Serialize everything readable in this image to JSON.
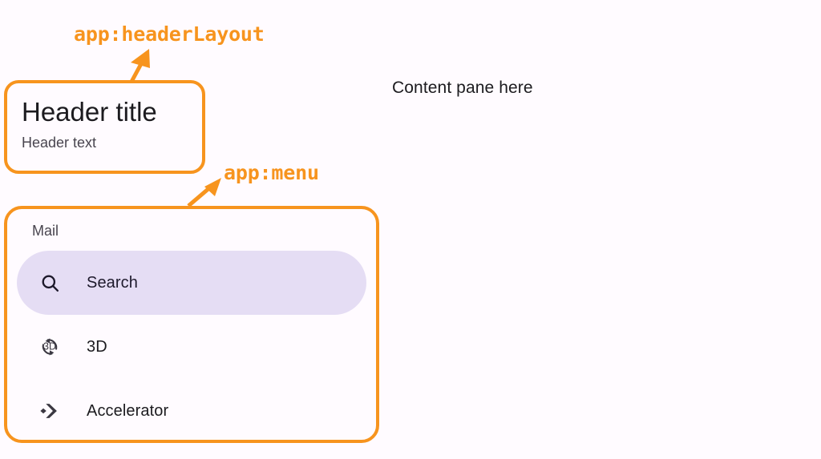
{
  "page": {
    "background_color": "#FFFBFF",
    "accent_color": "#F7941E",
    "selected_pill_color": "#E5DDF4",
    "text_color": "#1C1B1F",
    "muted_text_color": "#49454F"
  },
  "annotations": [
    {
      "id": "header-layout",
      "text": "app:headerLayout",
      "target": "header-card"
    },
    {
      "id": "menu",
      "text": "app:menu",
      "target": "menu-card"
    }
  ],
  "header": {
    "title": "Header title",
    "subtitle": "Header text"
  },
  "menu": {
    "section_label": "Mail",
    "items": [
      {
        "label": "Search",
        "icon": "search-icon",
        "selected": true
      },
      {
        "label": "3D",
        "icon": "rotate-3d-icon",
        "selected": false
      },
      {
        "label": "Accelerator",
        "icon": "accelerator-icon",
        "selected": false
      }
    ]
  },
  "content": {
    "placeholder_text": "Content pane here"
  }
}
